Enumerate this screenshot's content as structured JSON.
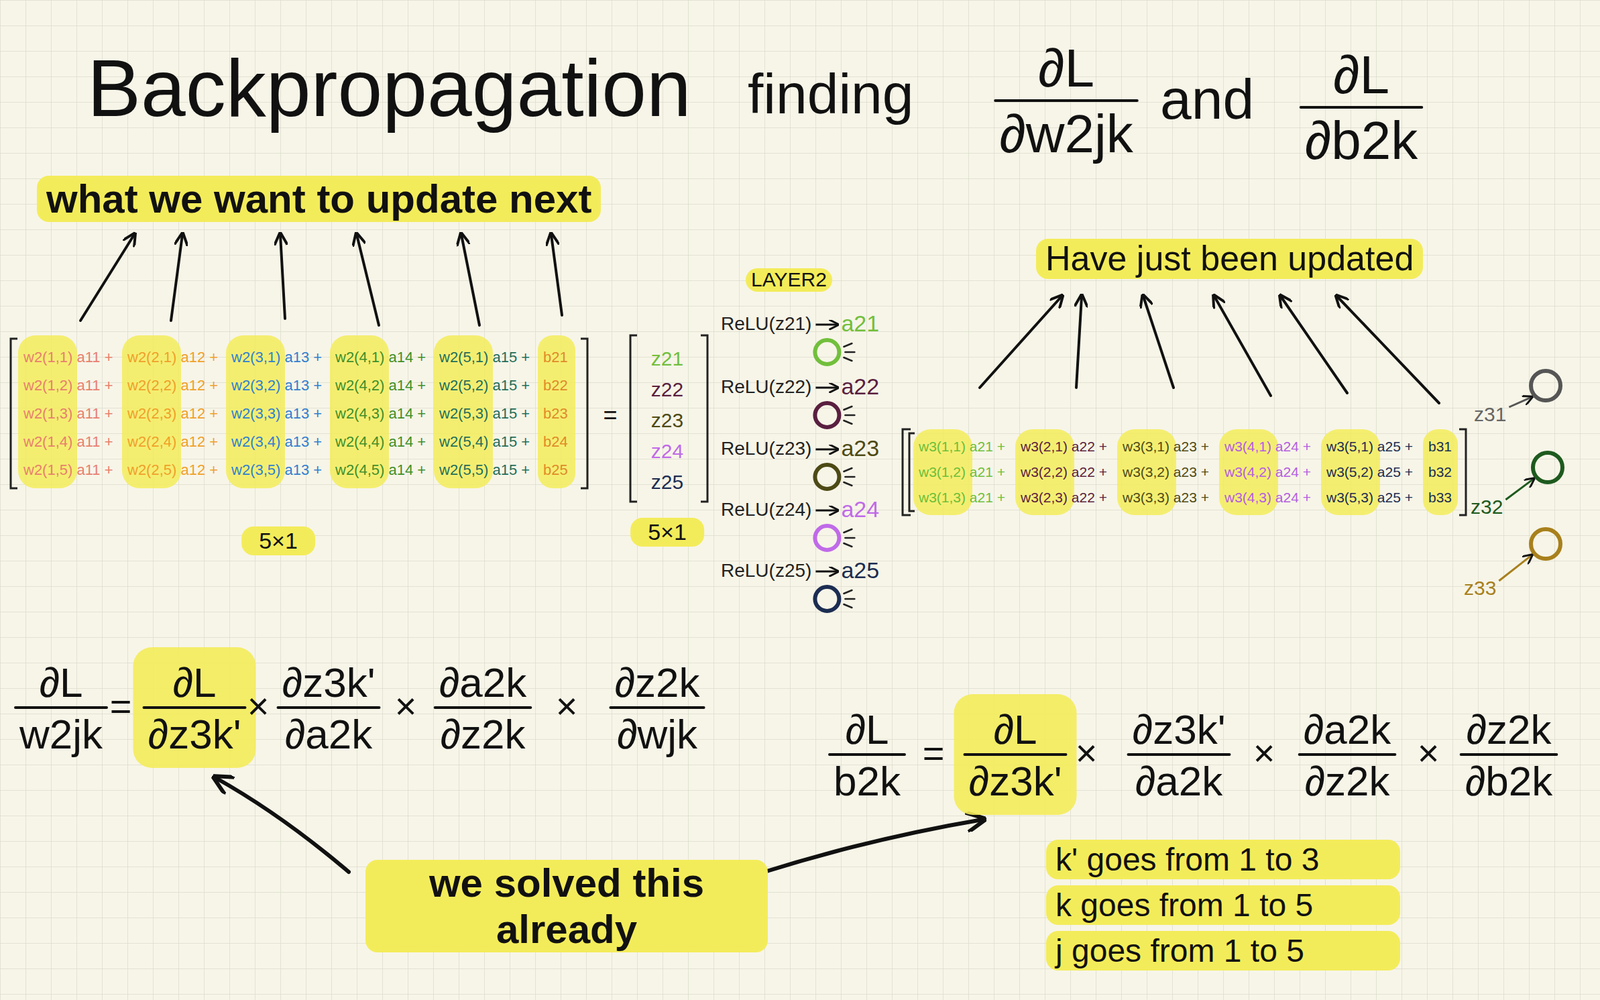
{
  "diagram": {
    "title": "Backpropagation",
    "nodes": [
      {
        "text": [
          "ReLU(z21)",
          "a21"
        ]
      },
      {
        "text": [
          "ReLU(z22)",
          "a22"
        ]
      },
      {
        "text": [
          "ReLU(z23)",
          "a23"
        ]
      },
      {
        "text": [
          "ReLU(z24)",
          "a24"
        ]
      },
      {
        "text": [
          "ReLU(z25)",
          "a25"
        ]
      },
      {
        "text": [
          "z31"
        ]
      },
      {
        "text": [
          "z32"
        ]
      },
      {
        "text": [
          "z33"
        ]
      }
    ],
    "labels": [
      "finding",
      "∂L",
      "∂w2jk",
      "and",
      "∂L",
      "∂b2k",
      "what we want to update next",
      "w2(1,1) a11 +",
      "w2(2,1) a12 +",
      "w2(3,1) a13 +",
      "w2(4,1) a14 +",
      "w2(5,1) a15 +",
      "b21",
      "w2(1,2) a11 +",
      "w2(2,2) a12 +",
      "w2(3,2) a13 +",
      "w2(4,2) a14 +",
      "w2(5,2) a15 +",
      "b22",
      "w2(1,3) a11 +",
      "w2(2,3) a12 +",
      "w2(3,3) a13 +",
      "w2(4,3) a14 +",
      "w2(5,3) a15 +",
      "b23",
      "w2(1,4) a11 +",
      "w2(2,4) a12 +",
      "w2(3,4) a13 +",
      "w2(4,4) a14 +",
      "w2(5,4) a15 +",
      "b24",
      "w2(1,5) a11 +",
      "w2(2,5) a12 +",
      "w2(3,5) a13 +",
      "w2(4,5) a14 +",
      "w2(5,5) a15 +",
      "b25",
      "=",
      "z21",
      "z22",
      "z23",
      "z24",
      "z25",
      "5×1",
      "5×1",
      "LAYER2",
      "Have just been updated",
      "w3(1,1) a21 +",
      "w3(2,1) a22 +",
      "w3(3,1) a23 +",
      "w3(4,1) a24 +",
      "w3(5,1) a25 +",
      "b31",
      "w3(1,2) a21 +",
      "w3(2,2) a22 +",
      "w3(3,2) a23 +",
      "w3(4,2) a24 +",
      "w3(5,2) a25 +",
      "b32",
      "w3(1,3) a21 +",
      "w3(2,3) a22 +",
      "w3(3,3) a23 +",
      "w3(4,3) a24 +",
      "w3(5,3) a25 +",
      "b33",
      "∂L",
      "w2jk",
      "=",
      "∂L",
      "∂z3k'",
      "×",
      "∂z3k'",
      "∂a2k",
      "×",
      "∂a2k",
      "∂z2k",
      "×",
      "∂z2k",
      "∂wjk",
      "∂L",
      "b2k",
      "=",
      "∂L",
      "∂z3k'",
      "×",
      "∂z3k'",
      "∂a2k",
      "×",
      "∂a2k",
      "∂z2k",
      "×",
      "∂z2k",
      "∂b2k",
      "we solved this already",
      "k' goes from 1 to 3",
      "k goes from 1 to 5",
      "j goes from 1 to 5"
    ]
  }
}
